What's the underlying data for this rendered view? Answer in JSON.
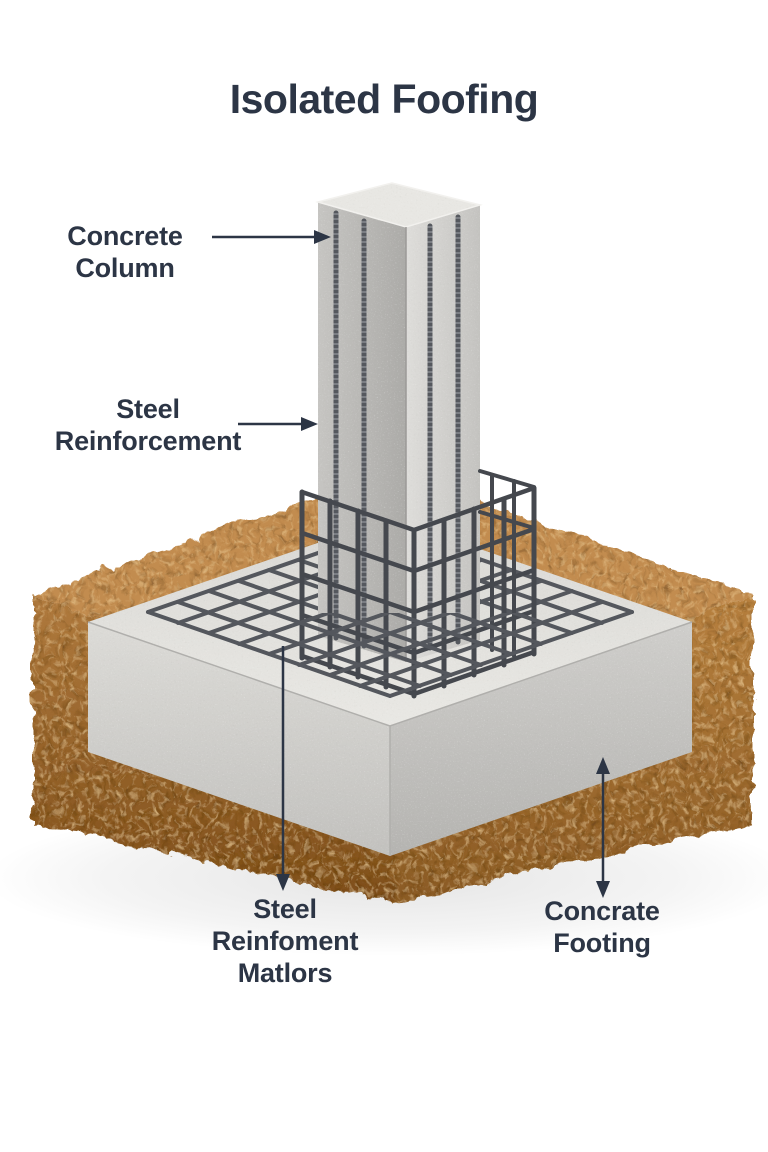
{
  "title": "Isolated Foofing",
  "labels": {
    "concrete_column": {
      "lines": [
        "Concrete",
        "Column"
      ]
    },
    "steel_reinforcement": {
      "lines": [
        "Steel",
        "Reinforcement"
      ]
    },
    "steel_reinforcement_mats": {
      "lines": [
        "Steel",
        "Reinfoment",
        "Matlors"
      ]
    },
    "concrete_footing": {
      "lines": [
        "Concrate",
        "Footing"
      ]
    }
  },
  "diagram_parts": [
    "concrete-column",
    "steel-reinforcement-bars",
    "rebar-cage",
    "steel-reinforcement-mesh",
    "concrete-footing",
    "soil-block"
  ],
  "colors": {
    "background": "#ffffff",
    "label_text": "#2c3545",
    "arrow": "#2c3545",
    "concrete_light": "#e8e7e3",
    "concrete_mid": "#cfcecb",
    "soil_light": "#c28c4f",
    "soil_dark": "#7e4e1a",
    "steel": "#53565d"
  }
}
